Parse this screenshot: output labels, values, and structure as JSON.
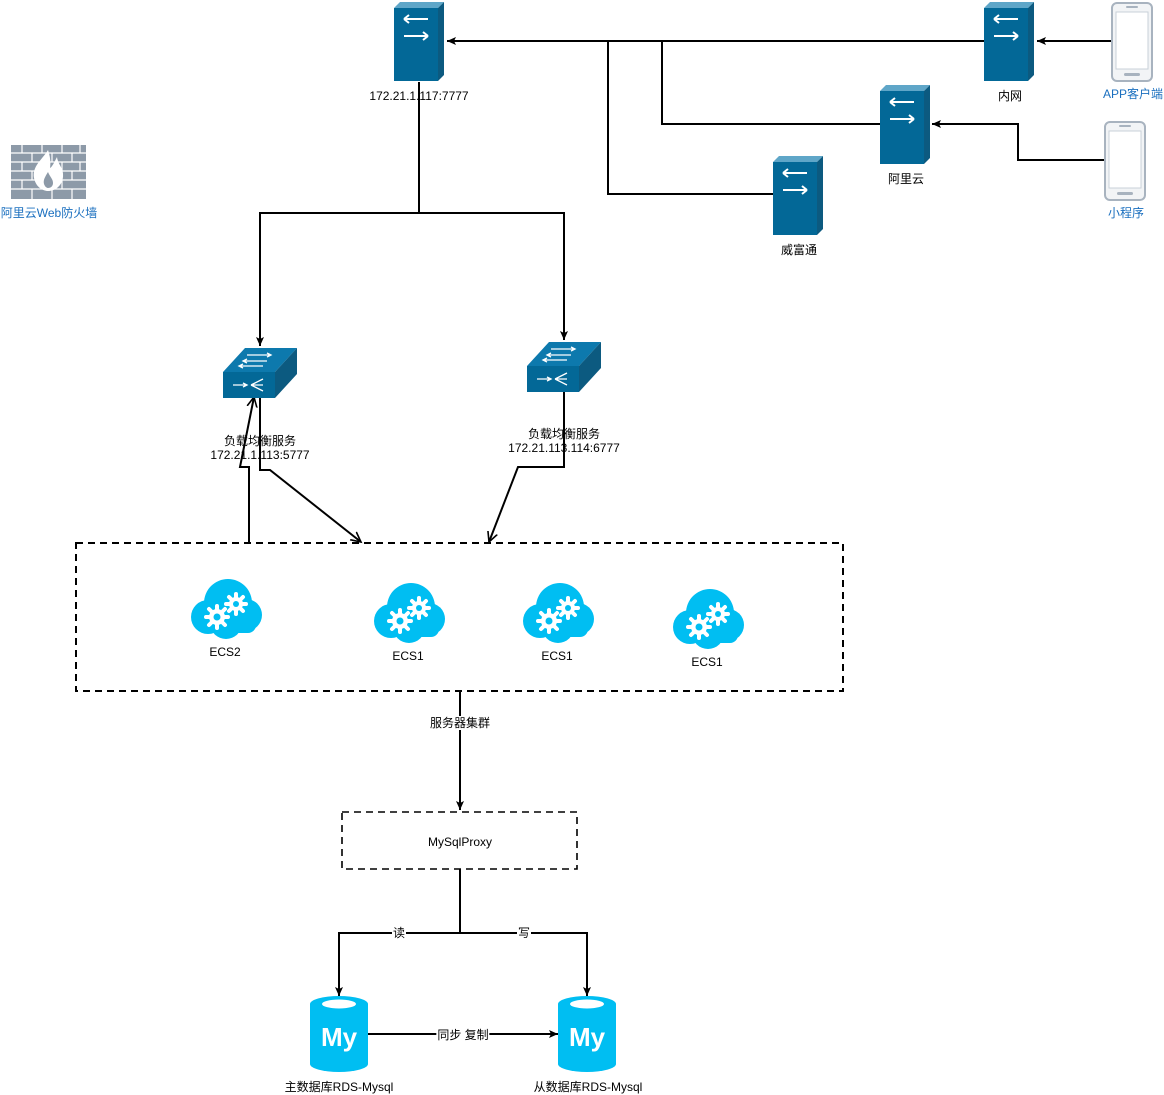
{
  "diagram": {
    "nodes": {
      "main_server": {
        "label": "172.21.1.117:7777"
      },
      "intranet_router": {
        "label": "内网"
      },
      "aliyun_router": {
        "label": "阿里云"
      },
      "weifutong_router": {
        "label": "威富通"
      },
      "app_client": {
        "label": "APP客户端"
      },
      "mini_program": {
        "label": "小程序"
      },
      "firewall": {
        "label": "阿里云Web防火墙"
      },
      "lb1": {
        "label_line1": "负载均衡服务",
        "label_line2": "172.21.1.113:5777"
      },
      "lb2": {
        "label_line1": "负载均衡服务",
        "label_line2": "172.21.113.114:6777"
      },
      "cluster": {
        "label": "服务器集群"
      },
      "ecs": [
        {
          "label": "ECS2"
        },
        {
          "label": "ECS1"
        },
        {
          "label": "ECS1"
        },
        {
          "label": "ECS1"
        }
      ],
      "proxy": {
        "label": "MySqlProxy"
      },
      "master_db": {
        "label": "主数据库RDS-Mysql",
        "logo_text": "My"
      },
      "slave_db": {
        "label": "从数据库RDS-Mysql",
        "logo_text": "My"
      }
    },
    "edges": {
      "read": {
        "label": "读"
      },
      "write": {
        "label": "写"
      },
      "sync": {
        "label": "同步 复制"
      }
    }
  },
  "colors": {
    "device_front": "#036897",
    "device_side": "#0c5a80",
    "cloud": "#00bef2",
    "phone_frame": "#a8b3bf",
    "label_blue": "#1a6fbf"
  }
}
